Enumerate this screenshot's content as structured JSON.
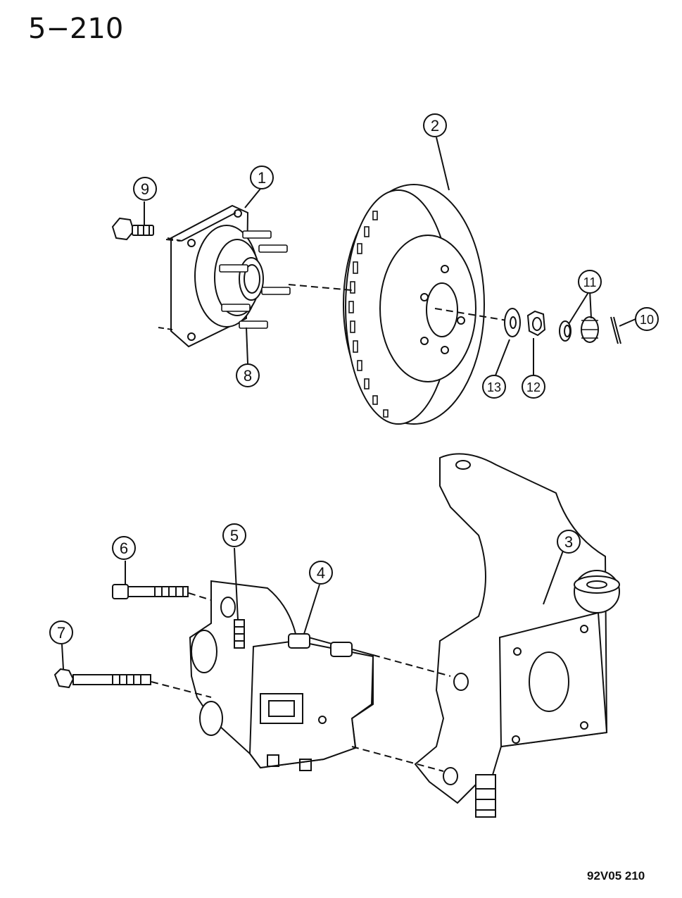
{
  "page_number": "5−210",
  "footer_code": "92V05 210",
  "callouts": [
    {
      "label": "1"
    },
    {
      "label": "2"
    },
    {
      "label": "3"
    },
    {
      "label": "4"
    },
    {
      "label": "5"
    },
    {
      "label": "6"
    },
    {
      "label": "7"
    },
    {
      "label": "8"
    },
    {
      "label": "9"
    },
    {
      "label": "10"
    },
    {
      "label": "11"
    },
    {
      "label": "12"
    },
    {
      "label": "13"
    }
  ]
}
